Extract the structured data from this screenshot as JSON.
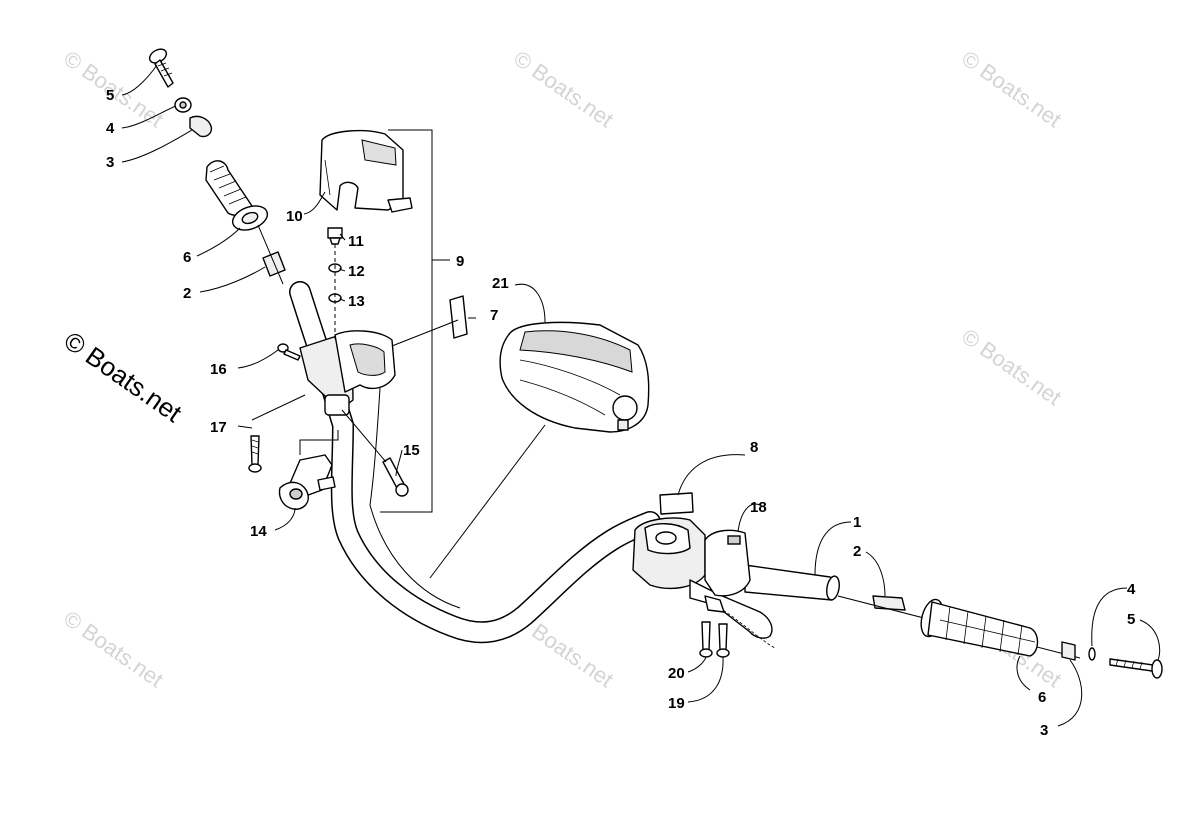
{
  "watermark": {
    "text": "© Boats.net"
  },
  "callouts": {
    "c1": "1",
    "c2a": "2",
    "c2b": "2",
    "c3a": "3",
    "c3b": "3",
    "c4a": "4",
    "c4b": "4",
    "c5a": "5",
    "c5b": "5",
    "c6a": "6",
    "c6b": "6",
    "c7": "7",
    "c8": "8",
    "c9": "9",
    "c10": "10",
    "c11": "11",
    "c12": "12",
    "c13": "13",
    "c14": "14",
    "c15": "15",
    "c16": "16",
    "c17": "17",
    "c18": "18",
    "c19": "19",
    "c20": "20",
    "c21": "21"
  }
}
